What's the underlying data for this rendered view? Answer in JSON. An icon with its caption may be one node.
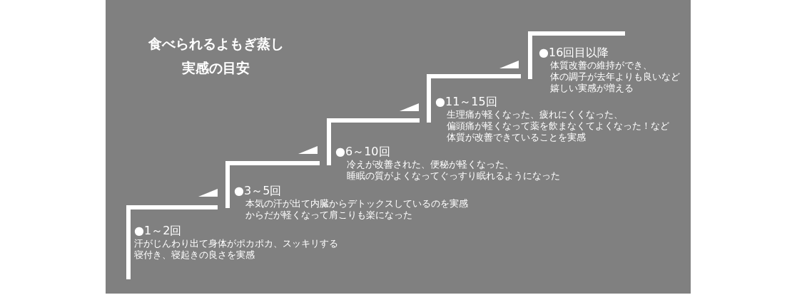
{
  "diagram": {
    "title": "食べられるよもぎ蒸し実感の目安",
    "nodes": [
      {
        "text": [
          "●1～2回",
          "汗がじんわり出て身体がポカポカ、スッキリする",
          "寝付き、寝起きの良さを実感"
        ]
      },
      {
        "text": [
          "●3～5回",
          "本気の汗が出て内臓からデトックスしているのを実感",
          "からだが軽くなって肩こりも楽になった"
        ]
      },
      {
        "text": [
          "●6～10回",
          "冷えが改善された、便秘が軽くなった、",
          "睡眠の質がよくなってぐっすり眠れるようになった"
        ]
      },
      {
        "text": [
          "●11～15回",
          "生理痛が軽くなった、疲れにくくなった、",
          "偏頭痛が軽くなって薬を飲まなくてよくなった！など",
          "体質が改善できていることを実感"
        ]
      },
      {
        "text": [
          "●16回目以降",
          "体質改善の維持ができ、",
          "体の調子が去年よりも良いなど",
          "嬉しい実感が増える"
        ]
      }
    ],
    "edges": []
  }
}
